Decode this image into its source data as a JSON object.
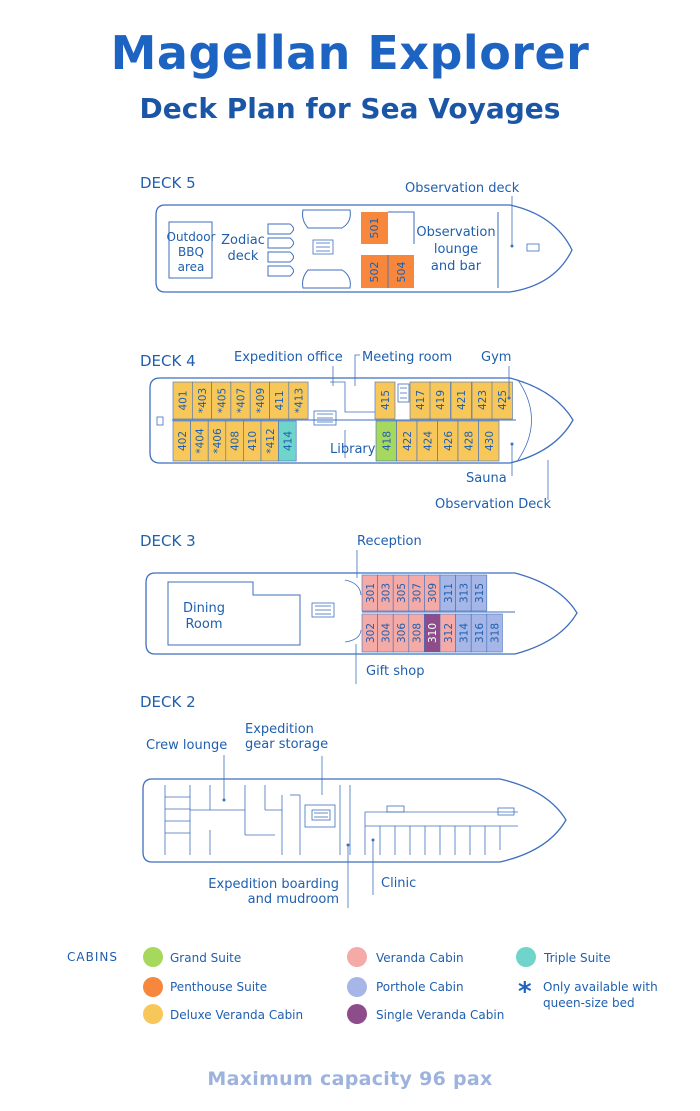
{
  "title": "Magellan Explorer",
  "subtitle": "Deck Plan for Sea Voyages",
  "footer": "Maximum capacity 96 pax",
  "colors": {
    "line": "#3f6fbf",
    "text": "#1f5fae",
    "grand_suite": "#a7d85e",
    "penthouse_suite": "#f6873d",
    "deluxe_veranda": "#f7c75a",
    "veranda": "#f4aaa7",
    "porthole": "#a6b6e6",
    "single_veranda": "#8c4d8a",
    "triple_suite": "#6fd4c9"
  },
  "decks": {
    "deck5": {
      "label": "DECK 5",
      "observation_deck": "Observation deck",
      "outdoor_bbq": [
        "Outdoor",
        "BBQ",
        "area"
      ],
      "zodiac": [
        "Zodiac",
        "deck"
      ],
      "lounge": [
        "Observation",
        "lounge",
        "and bar"
      ],
      "cabins": [
        "501",
        "502",
        "504"
      ]
    },
    "deck4": {
      "label": "DECK 4",
      "expedition_office": "Expedition office",
      "meeting_room": "Meeting room",
      "gym": "Gym",
      "library": "Library",
      "sauna": "Sauna",
      "observation_deck": "Observation Deck",
      "top_cabins": [
        "401",
        "*403",
        "*405",
        "*407",
        "*409",
        "411",
        "*413"
      ],
      "bottom_cabins": [
        "402",
        "*404",
        "*406",
        "408",
        "410",
        "*412",
        "414"
      ],
      "top_fwd_cabins": [
        "415",
        "417",
        "419",
        "421",
        "423",
        "425"
      ],
      "bottom_fwd_cabins": [
        "418",
        "422",
        "424",
        "426",
        "428",
        "430"
      ]
    },
    "deck3": {
      "label": "DECK 3",
      "reception": "Reception",
      "gift_shop": "Gift shop",
      "dining": [
        "Dining",
        "Room"
      ],
      "top_cabins": [
        "301",
        "303",
        "305",
        "307",
        "309",
        "311",
        "313",
        "315"
      ],
      "bottom_cabins": [
        "302",
        "304",
        "306",
        "308",
        "310",
        "312",
        "314",
        "316",
        "318"
      ]
    },
    "deck2": {
      "label": "DECK 2",
      "crew_lounge": "Crew lounge",
      "gear_storage": [
        "Expedition",
        "gear storage"
      ],
      "boarding": [
        "Expedition boarding",
        "and mudroom"
      ],
      "clinic": "Clinic"
    }
  },
  "legend": {
    "title": "CABINS",
    "items": {
      "grand_suite": "Grand Suite",
      "penthouse_suite": "Penthouse Suite",
      "deluxe_veranda": "Deluxe Veranda Cabin",
      "veranda": "Veranda Cabin",
      "porthole": "Porthole Cabin",
      "single_veranda": "Single Veranda Cabin",
      "triple_suite": "Triple Suite",
      "queen_note": [
        "Only available with",
        "queen-size bed"
      ]
    }
  }
}
